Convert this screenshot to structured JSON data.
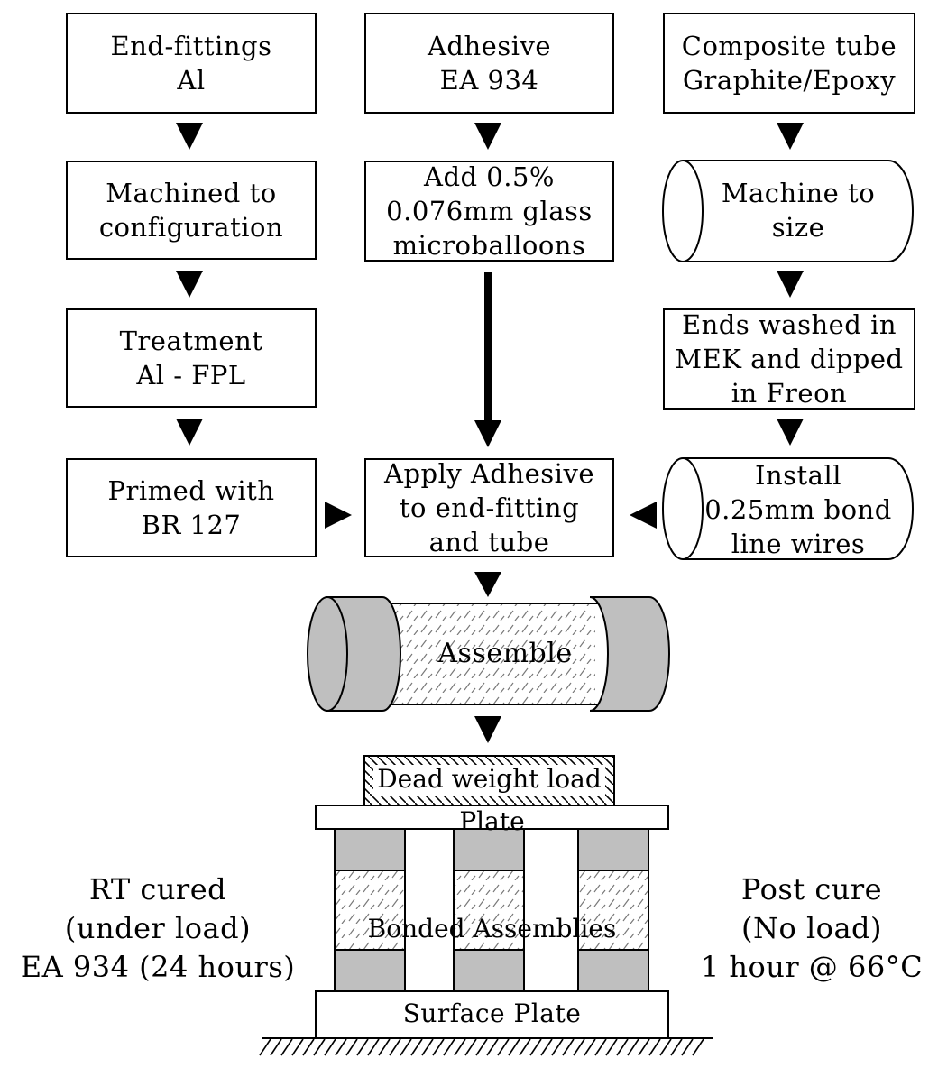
{
  "col_left": {
    "box1": [
      "End-fittings",
      "Al"
    ],
    "box2": [
      "Machined to",
      "configuration"
    ],
    "box3": [
      "Treatment",
      "Al - FPL"
    ],
    "box4": [
      "Primed with",
      "BR 127"
    ]
  },
  "col_middle": {
    "box1": [
      "Adhesive",
      "EA 934"
    ],
    "box2": [
      "Add 0.5%",
      "0.076mm glass",
      "microballoons"
    ],
    "box3": [
      "Apply Adhesive",
      "to end-fitting",
      "and tube"
    ]
  },
  "col_right": {
    "box1": [
      "Composite tube",
      "Graphite/Epoxy"
    ],
    "box2": [
      "Machine to",
      "size"
    ],
    "box3": [
      "Ends washed in",
      "MEK and dipped",
      "in Freon"
    ],
    "box4": [
      "Install",
      "0.25mm bond",
      "line wires"
    ]
  },
  "assemble_label": "Assemble",
  "fixture": {
    "dead_weight": "Dead weight load",
    "plate": "Plate",
    "bonded": "Bonded Assemblies",
    "surface_plate": "Surface Plate"
  },
  "rt_cured": [
    "RT cured",
    "(under load)",
    "EA 934 (24 hours)"
  ],
  "post_cure": [
    "Post cure",
    "(No load)",
    "1 hour @ 66°C"
  ],
  "colors": {
    "ink": "#000000",
    "endcap_gray": "#bfbfbf",
    "background": "#ffffff"
  }
}
